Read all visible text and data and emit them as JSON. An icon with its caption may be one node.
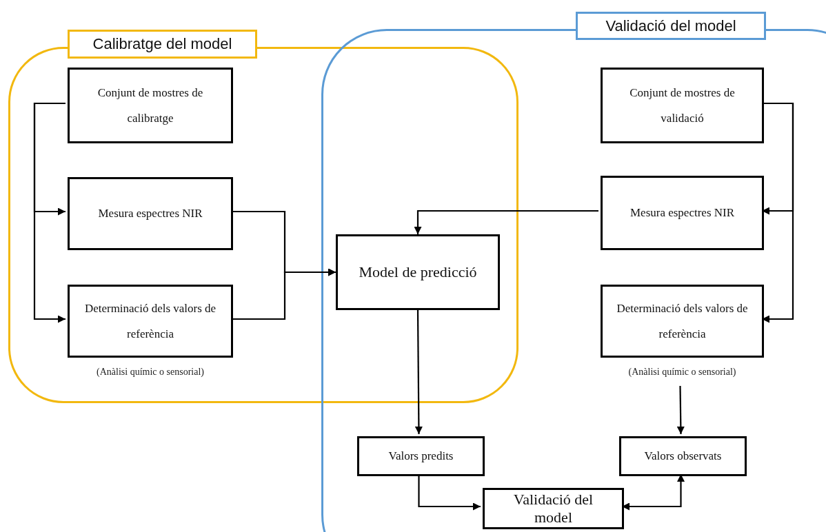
{
  "diagram": {
    "nodes": [
      {
        "text": [
          "Calibratge del model"
        ]
      },
      {
        "text": [
          "Conjunt de mostres de calibratge"
        ],
        "in": 0
      },
      {
        "text": [
          "Mesura espectres NIR"
        ],
        "in": 0
      },
      {
        "text": [
          "Determinació dels valors de referència"
        ],
        "beside": [
          "(Anàlisi químic o sensorial)"
        ],
        "in": 0
      },
      {
        "text": [
          "Validació del model"
        ]
      },
      {
        "text": [
          "Model de predicció"
        ]
      },
      {
        "text": [
          "Conjunt de mostres de validació"
        ],
        "in": 4
      },
      {
        "text": [
          "Mesura espectres NIR"
        ],
        "in": 4
      },
      {
        "text": [
          "Determinació dels valors de referència"
        ],
        "beside": [
          "(Anàlisi químic o sensorial)"
        ],
        "in": 4
      },
      {
        "text": [
          "Valors predits"
        ],
        "in": 4
      },
      {
        "text": [
          "Valors observats"
        ],
        "in": 4
      },
      {
        "text": [
          "Validació del model"
        ],
        "in": 4
      }
    ],
    "edges": [
      {
        "from": 1,
        "to": 2,
        "arrow": "to"
      },
      {
        "from": 1,
        "to": 3,
        "arrow": "to"
      },
      {
        "from": 2,
        "to": 5,
        "arrow": "to"
      },
      {
        "from": 3,
        "to": 5,
        "arrow": "to"
      },
      {
        "from": 7,
        "to": 5,
        "arrow": "to"
      },
      {
        "from": 6,
        "to": 7,
        "arrow": "to"
      },
      {
        "from": 6,
        "to": 8,
        "arrow": "to"
      },
      {
        "from": 5,
        "to": 9,
        "arrow": "to"
      },
      {
        "from": 8,
        "to": 10,
        "arrow": "to"
      },
      {
        "from": 9,
        "to": 11,
        "arrow": "to"
      },
      {
        "from": 11,
        "to": 10,
        "arrow": "both"
      }
    ]
  }
}
